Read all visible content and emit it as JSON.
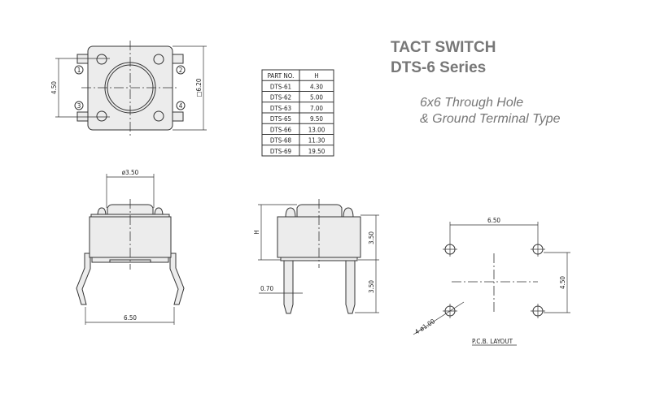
{
  "title": {
    "line1": "TACT SWITCH",
    "line2": "DTS-6 Series"
  },
  "subtitle": {
    "line1": "6x6 Through Hole",
    "line2": "& Ground Terminal Type"
  },
  "top_view": {
    "terminals": [
      "1",
      "2",
      "3",
      "4"
    ],
    "dim_pitch": "4.50",
    "dim_size": "□6.20"
  },
  "table": {
    "headers": [
      "PART NO.",
      "H"
    ],
    "rows": [
      [
        "DTS-61",
        "4.30"
      ],
      [
        "DTS-62",
        "5.00"
      ],
      [
        "DTS-63",
        "7.00"
      ],
      [
        "DTS-65",
        "9.50"
      ],
      [
        "DTS-66",
        "13.00"
      ],
      [
        "DTS-68",
        "11.30"
      ],
      [
        "DTS-69",
        "19.50"
      ]
    ]
  },
  "front_view": {
    "dim_button": "ø3.50",
    "dim_legs": "6.50"
  },
  "side_view": {
    "dim_h": "H",
    "dim_body": "3.50",
    "dim_leg": "3.50",
    "dim_pin": "0.70"
  },
  "pcb": {
    "dim_x": "6.50",
    "dim_y": "4.50",
    "holes": "4-ø1.00",
    "label": "P.C.B. LAYOUT"
  }
}
